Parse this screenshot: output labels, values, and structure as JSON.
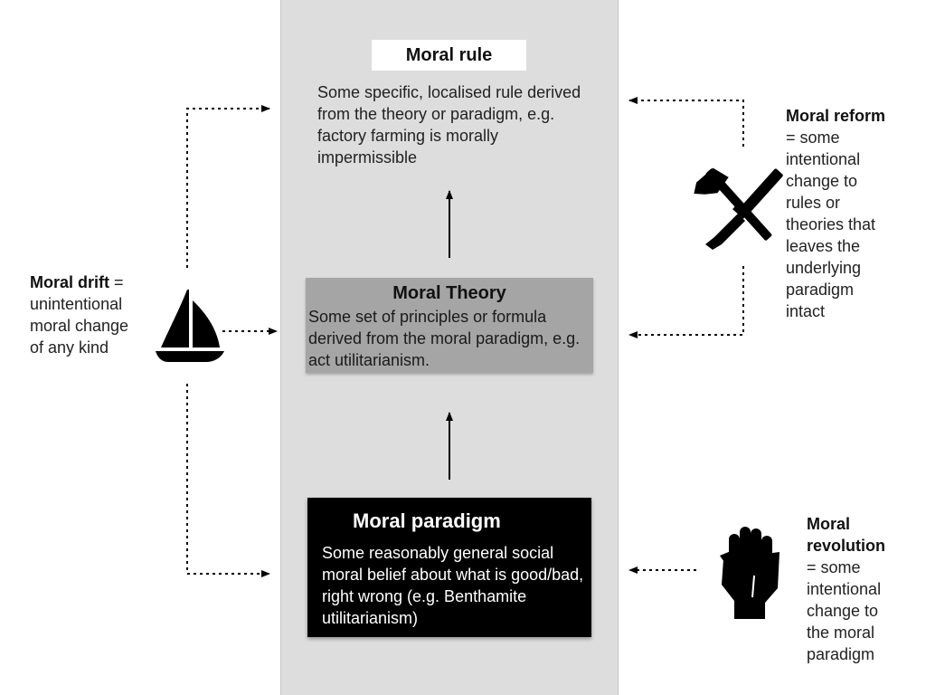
{
  "center": {
    "rule": {
      "title": "Moral rule",
      "body": "Some specific, localised rule derived from the theory or paradigm, e.g. factory farming is morally impermissible"
    },
    "theory": {
      "title": "Moral Theory",
      "body": "Some set of principles or formula derived from the moral paradigm, e.g. act utilitarianism."
    },
    "paradigm": {
      "title": "Moral paradigm",
      "body": "Some reasonably general social moral belief about what is good/bad, right wrong (e.g. Benthamite utilitarianism)"
    }
  },
  "left": {
    "drift": {
      "term": "Moral drift",
      "desc": " = unintentional moral change of any kind",
      "icon": "sailboat-icon"
    }
  },
  "right": {
    "reform": {
      "term": "Moral reform",
      "desc": "= some intentional change to rules or theories that leaves the underlying paradigm intact",
      "icon": "hammer-chisel-icon"
    },
    "revolution": {
      "term": "Moral revolution",
      "desc": "= some intentional change to the moral paradigm",
      "icon": "raised-fist-icon"
    }
  },
  "colors": {
    "column": "#dddddd",
    "theory_box": "#a5a5a5",
    "paradigm_box": "#000000",
    "title_box": "#ffffff"
  }
}
